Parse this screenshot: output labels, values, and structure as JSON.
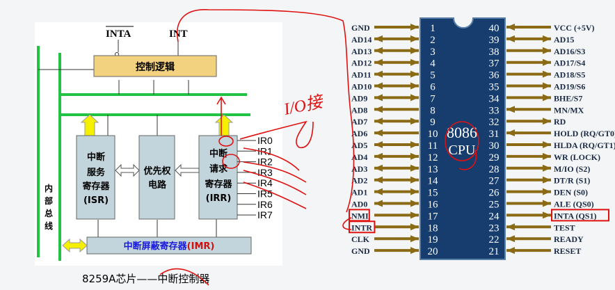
{
  "interrupt_controller": {
    "caption": "8259A芯片——中断控制器",
    "inta_label": "INTA",
    "int_label": "INT",
    "control_logic": "控制逻辑",
    "isr": [
      "中断",
      "服务",
      "寄存器",
      "(ISR)"
    ],
    "priority": [
      "优先权",
      "电路"
    ],
    "irr": [
      "中断",
      "请求",
      "寄存器",
      "(IRR)"
    ],
    "imr_cn": "中断屏蔽寄存器",
    "imr_abbr": "(IMR)",
    "internal_bus": [
      "内",
      "部",
      "总",
      "线"
    ],
    "ir_lines": [
      "IR0",
      "IR1",
      "IR2",
      "IR3",
      "IR4",
      "IR5",
      "IR6",
      "IR7"
    ]
  },
  "cpu": {
    "name": "8086",
    "sub": "CPU",
    "left_pins": [
      {
        "num": "1",
        "label": "GND",
        "dir": "in"
      },
      {
        "num": "2",
        "label": "AD14",
        "dir": "both"
      },
      {
        "num": "3",
        "label": "AD13",
        "dir": "both"
      },
      {
        "num": "4",
        "label": "AD12",
        "dir": "both"
      },
      {
        "num": "5",
        "label": "AD11",
        "dir": "both"
      },
      {
        "num": "6",
        "label": "AD10",
        "dir": "both"
      },
      {
        "num": "7",
        "label": "AD9",
        "dir": "both"
      },
      {
        "num": "8",
        "label": "AD8",
        "dir": "out"
      },
      {
        "num": "9",
        "label": "AD7",
        "dir": "both"
      },
      {
        "num": "10",
        "label": "AD6",
        "dir": "out"
      },
      {
        "num": "11",
        "label": "AD5",
        "dir": "both"
      },
      {
        "num": "12",
        "label": "AD4",
        "dir": "both"
      },
      {
        "num": "13",
        "label": "AD3",
        "dir": "both"
      },
      {
        "num": "14",
        "label": "AD2",
        "dir": "both"
      },
      {
        "num": "15",
        "label": "AD1",
        "dir": "both"
      },
      {
        "num": "16",
        "label": "AD0",
        "dir": "both"
      },
      {
        "num": "17",
        "label": "NMI",
        "dir": "in",
        "highlight": true
      },
      {
        "num": "18",
        "label": "INTR",
        "dir": "in",
        "highlight": true
      },
      {
        "num": "19",
        "label": "CLK",
        "dir": "in"
      },
      {
        "num": "20",
        "label": "GND",
        "dir": "in"
      }
    ],
    "right_pins": [
      {
        "num": "40",
        "label": "VCC (+5V)",
        "dir": "in"
      },
      {
        "num": "39",
        "label": "AD15",
        "dir": "both"
      },
      {
        "num": "38",
        "label": "AD16/S3",
        "dir": "out"
      },
      {
        "num": "37",
        "label": "AD17/S4",
        "dir": "out"
      },
      {
        "num": "36",
        "label": "AD18/S5",
        "dir": "out"
      },
      {
        "num": "35",
        "label": "AD19/S6",
        "dir": "out"
      },
      {
        "num": "34",
        "label": "BHE/S7",
        "dir": "out"
      },
      {
        "num": "33",
        "label": "MN/MX",
        "dir": "in"
      },
      {
        "num": "32",
        "label": "RD",
        "dir": "out"
      },
      {
        "num": "31",
        "label": "HOLD (RQ/GT0)",
        "dir": "in"
      },
      {
        "num": "30",
        "label": "HLDA (RQ/GT1)",
        "dir": "out"
      },
      {
        "num": "29",
        "label": "WR (LOCK)",
        "dir": "out"
      },
      {
        "num": "28",
        "label": "M/IO (S2)",
        "dir": "out"
      },
      {
        "num": "27",
        "label": "DT/R (S1)",
        "dir": "out"
      },
      {
        "num": "26",
        "label": "DEN (S0)",
        "dir": "out"
      },
      {
        "num": "25",
        "label": "ALE (QS0)",
        "dir": "out"
      },
      {
        "num": "24",
        "label": "INTA (QS1)",
        "dir": "out",
        "highlight": true
      },
      {
        "num": "23",
        "label": "TEST",
        "dir": "in"
      },
      {
        "num": "22",
        "label": "READY",
        "dir": "in"
      },
      {
        "num": "21",
        "label": "RESET",
        "dir": "in"
      }
    ]
  },
  "annotation": {
    "text": "I/O接"
  },
  "colors": {
    "bus": "#22c245",
    "chip": "#173d6e",
    "arrow": "#8a6a14",
    "control": "#f3d27f",
    "register": "#c3d5dc",
    "annotation": "#e01010",
    "highlight": "#e01010"
  }
}
